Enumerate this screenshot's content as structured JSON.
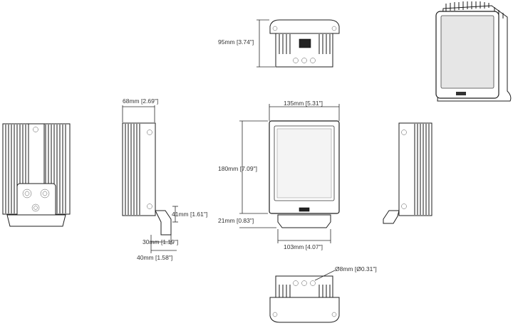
{
  "dimensions": {
    "depth_top": "95mm [3.74\"]",
    "width_side": "68mm [2.69\"]",
    "width_front": "135mm [5.31\"]",
    "height_front": "180mm [7.09\"]",
    "bracket_side": "41mm [1.61\"]",
    "bracket_front": "21mm [0.83\"]",
    "bracket_depth1": "30mm [1.19\"]",
    "bracket_depth2": "40mm [1.58\"]",
    "bracket_width": "103mm [4.07\"]",
    "hole_diameter": "Ø8mm [Ø0.31\"]"
  },
  "colors": {
    "line": "#2a2a2a",
    "body_dark": "#222222",
    "lens_gray": "#e6e6e6"
  }
}
